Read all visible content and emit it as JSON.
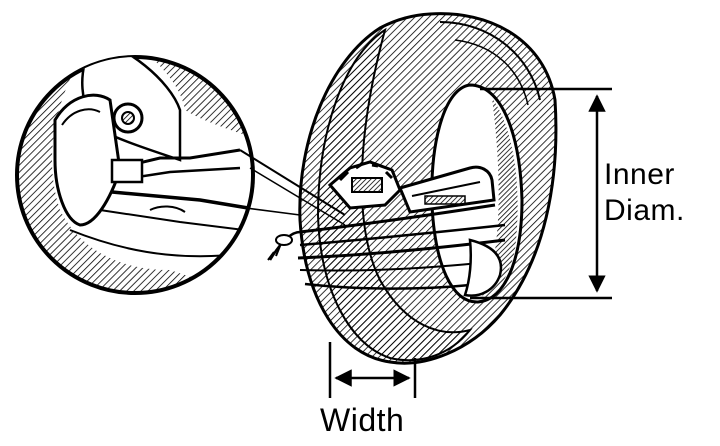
{
  "labels": {
    "inner_line1": "Inner",
    "inner_line2": "Diam.",
    "width": "Width"
  },
  "colors": {
    "ink": "#000000",
    "paper": "#ffffff"
  },
  "icons": {
    "dimension_arrow": "double-headed-arrow"
  }
}
